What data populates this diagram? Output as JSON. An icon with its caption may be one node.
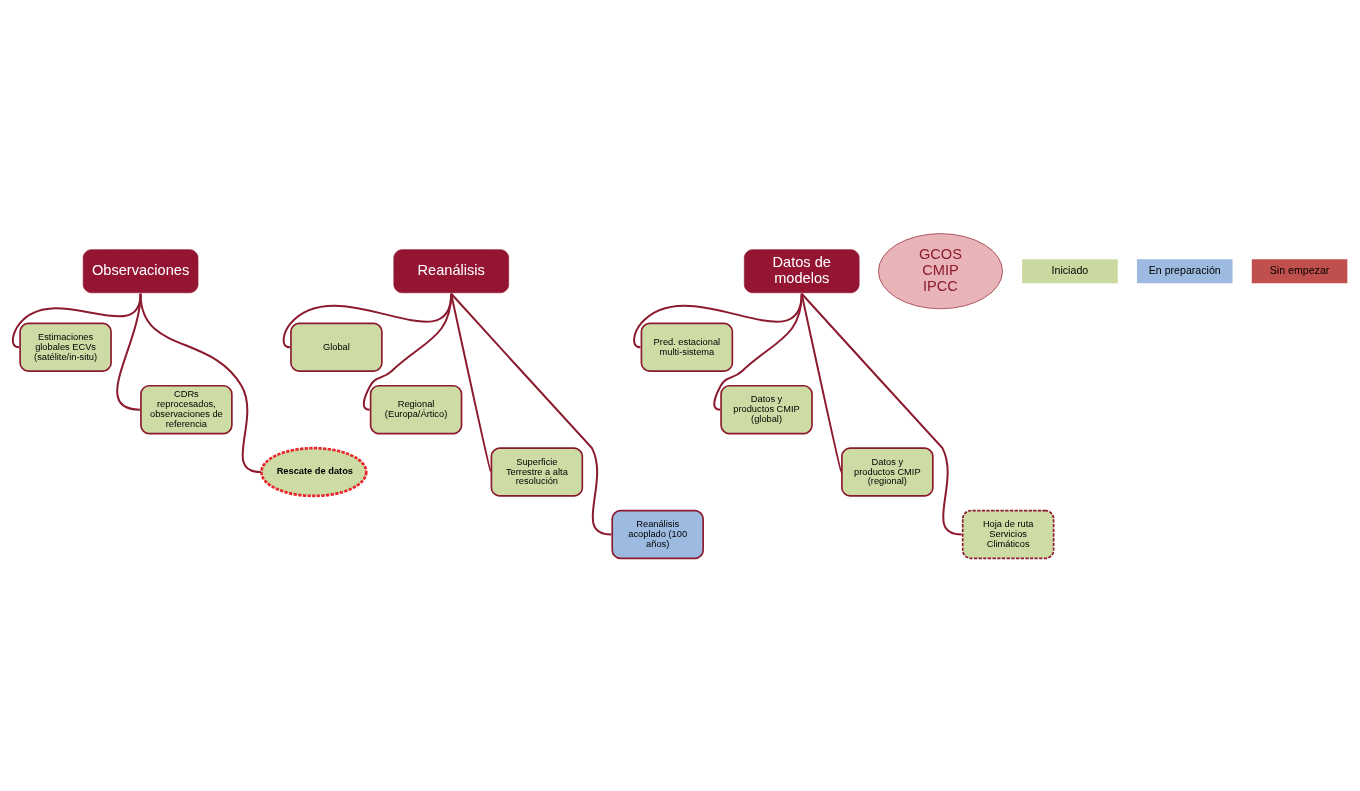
{
  "diagram": {
    "nodes": [
      {
        "text": [
          "Observaciones"
        ]
      },
      {
        "text": [
          "Estimaciones globales ECVs (satélite/in-situ)"
        ]
      },
      {
        "text": [
          "CDRs reprocesados, observaciones de referencia"
        ]
      },
      {
        "text": [
          "Rescate de datos"
        ]
      },
      {
        "text": [
          "Reanálisis"
        ]
      },
      {
        "text": [
          "Global"
        ]
      },
      {
        "text": [
          "Regional (Europa/Ártico)"
        ]
      },
      {
        "text": [
          "Superficie Terrestre a alta resolución"
        ]
      },
      {
        "text": [
          "Reanálisis acoplado (100 años)"
        ]
      },
      {
        "text": [
          "Datos de modelos"
        ]
      },
      {
        "text": [
          "Pred. estacional multi-sistema"
        ]
      },
      {
        "text": [
          "Datos y productos CMIP (global)"
        ]
      },
      {
        "text": [
          "Datos y productos CMIP (regional)"
        ]
      },
      {
        "text": [
          "Hoja de ruta Servicios Climáticos"
        ]
      },
      {
        "text": [
          "GCOS",
          "CMIP",
          "IPCC"
        ]
      }
    ],
    "edges": [
      {
        "from": 0,
        "to": 1,
        "arrow": "none"
      },
      {
        "from": 0,
        "to": 2,
        "arrow": "none"
      },
      {
        "from": 0,
        "to": 3,
        "arrow": "none"
      },
      {
        "from": 4,
        "to": 5,
        "arrow": "none"
      },
      {
        "from": 4,
        "to": 6,
        "arrow": "none"
      },
      {
        "from": 4,
        "to": 7,
        "arrow": "none"
      },
      {
        "from": 4,
        "to": 8,
        "arrow": "none"
      },
      {
        "from": 9,
        "to": 10,
        "arrow": "none"
      },
      {
        "from": 9,
        "to": 11,
        "arrow": "none"
      },
      {
        "from": 9,
        "to": 12,
        "arrow": "none"
      },
      {
        "from": 9,
        "to": 13,
        "arrow": "none"
      }
    ],
    "legend": [
      {
        "text": "Iniciado",
        "color": "#c9d99f"
      },
      {
        "text": "En preparación",
        "color": "#9dbbe0"
      },
      {
        "text": "Sin empezar",
        "color": "#c0504d"
      }
    ]
  }
}
